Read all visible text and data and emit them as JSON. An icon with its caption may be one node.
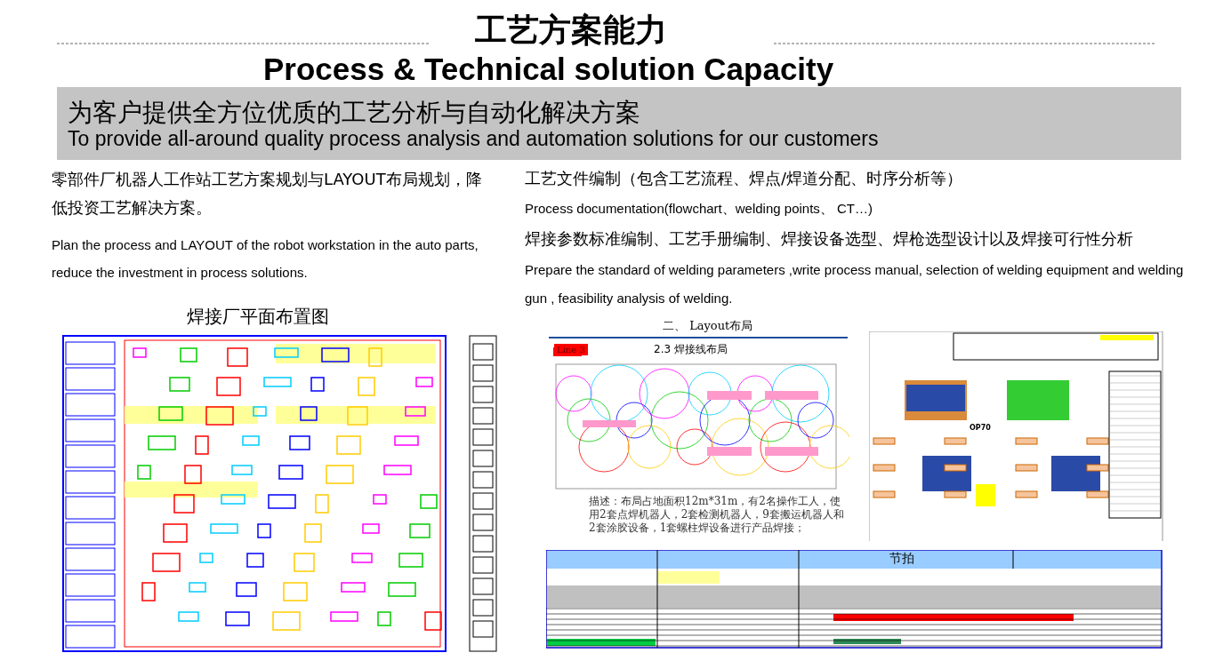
{
  "diagram": {
    "title": "工艺方案能力",
    "labels": [
      "Process & Technical solution Capacity",
      "为客户提供全方位优质的工艺分析与自动化解决方案",
      "To provide all-around quality process analysis and automation solutions for our customers",
      "零部件厂机器人工作站工艺方案规划与LAYOUT布局规划，降低投资工艺解决方案。",
      "Plan the process and LAYOUT of the robot workstation in the auto parts, reduce the investment in process solutions.",
      "工艺文件编制（包含工艺流程、焊点/焊道分配、时序分析等）",
      "Process documentation(flowchart、welding points、 CT…)",
      "焊接参数标准编制、工艺手册编制、焊接设备选型、焊枪选型设计以及焊接可行性分析",
      "Prepare the standard of welding parameters ,write process manual, selection of welding equipment and welding gun , feasibility analysis of welding.",
      "焊接厂平面布置图",
      "二、 Layout布局",
      "Line 3",
      "2.3 焊接线布局",
      "描述：布局占地面积12m*31m，有2名操作工人，使用2套点焊机器人，2套检测机器人，9套搬运机器人和2套涂胶设备，1套螺柱焊设备进行产品焊接；",
      "OP70",
      "节拍"
    ]
  }
}
